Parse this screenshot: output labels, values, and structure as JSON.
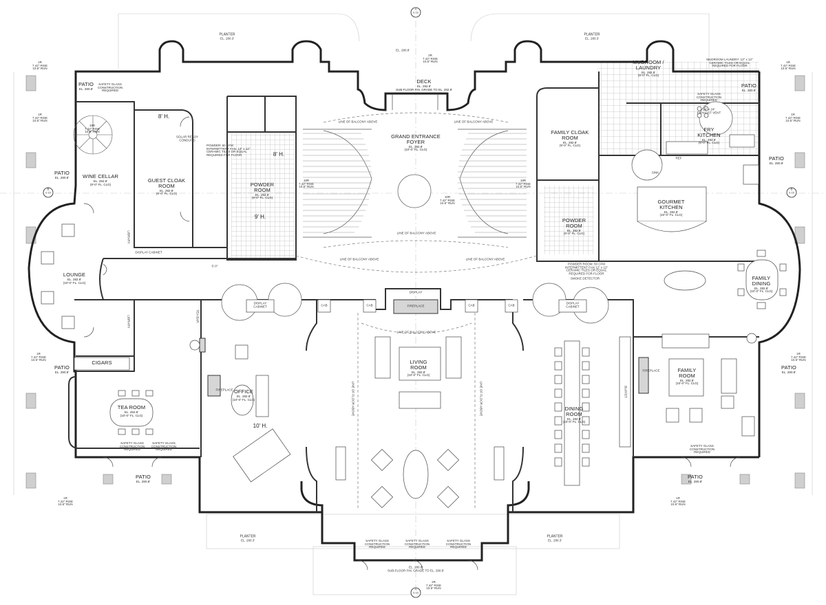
{
  "rooms": {
    "patio_nw": {
      "name": "PATIO",
      "elev": "EL. 280.8'"
    },
    "patio_w": {
      "name": "PATIO",
      "elev": "EL. 280.8'"
    },
    "patio_sw": {
      "name": "PATIO",
      "elev": "EL. 280.8'"
    },
    "patio_se": {
      "name": "PATIO",
      "elev": "EL. 280.8'"
    },
    "patio_e": {
      "name": "PATIO",
      "elev": "EL. 280.8'"
    },
    "patio_ne": {
      "name": "PATIO",
      "elev": "EL. 280.8'"
    },
    "wine_cellar": {
      "name": "WINE CELLAR",
      "elev": "EL. 282.8'",
      "sub": "(9'-0\" FL. CLG)"
    },
    "guest_cloak": {
      "name": "GUEST CLOAK ROOM",
      "elev": "EL. 282.8'",
      "sub": "(9'-0\" FL. CLG)"
    },
    "powder_w": {
      "name": "POWDER ROOM",
      "elev": "EL. 282.8'",
      "sub": "(9'-0\" FL. CLG)"
    },
    "deck": {
      "name": "DECK",
      "elev": "EL. 282.8'",
      "sub": "SUB-FLOOR FIN. GRADE TO EL. 282.8'"
    },
    "foyer": {
      "name": "GRAND ENTRANCE FOYER",
      "elev": "EL. 282.8'",
      "sub": "(10'-0\" FL. CLG)"
    },
    "family_cloak": {
      "name": "FAMILY CLOAK ROOM",
      "elev": "EL. 282.8'",
      "sub": "(9'-0\" FL. CLG)"
    },
    "powder_e": {
      "name": "POWDER ROOM",
      "elev": "EL. 282.8'",
      "sub": "(9'-0\" FL. CLG)"
    },
    "mudroom": {
      "name": "MUDROOM / LAUNDRY",
      "elev": "EL. 282.8'",
      "sub": "(9'-0\" FL. CLG)"
    },
    "fry_kitchen": {
      "name": "FRY KITCHEN",
      "elev": "EL. 282.8'",
      "sub": "(9'-0\" FL. CLG)"
    },
    "gourmet_kitchen": {
      "name": "GOURMET KITCHEN",
      "elev": "EL. 282.8'",
      "sub": "(10'-0\" FL. CLG)"
    },
    "lounge": {
      "name": "LOUNGE",
      "elev": "EL. 282.8'",
      "sub": "(10'-0\" FL. CLG)"
    },
    "cigars": {
      "name": "CIGARS"
    },
    "tea_room": {
      "name": "TEA ROOM",
      "elev": "EL. 282.8'",
      "sub": "(10'-0\" FL. CLG)"
    },
    "office": {
      "name": "OFFICE",
      "elev": "EL. 282.8'",
      "sub": "(10'-0\" FL. CLG)"
    },
    "living_room": {
      "name": "LIVING ROOM",
      "elev": "EL. 282.8'",
      "sub": "(10'-0\" FL. CLG)"
    },
    "dining_room": {
      "name": "DINING ROOM",
      "elev": "EL. 282.8'",
      "sub": "(10'-0\" FL. CLG)"
    },
    "family_room": {
      "name": "FAMILY ROOM",
      "elev": "EL. 282.8'",
      "sub": "(10'-0\" FL. CLG)"
    },
    "family_dining": {
      "name": "FAMILY DINING",
      "elev": "EL. 282.8'",
      "sub": "(10'-0\" FL. CLG)"
    }
  },
  "ceilings": {
    "c1": "8' H.",
    "c2": "8' H.",
    "c3": "9' H.",
    "c4": "10' H."
  },
  "notes": {
    "balcony": "LINE OF BALCONY ABOVE",
    "floor": "LINE OF FLOOR ABOVE",
    "safety": "SAFETY GLASS CONSTRUCTION REQUIRED",
    "planter": "PLANTER",
    "planter_el": "EL. 280.3'",
    "rise": "7.42\" RISE",
    "run": "10.5\" RUN",
    "risers_1r": "1R",
    "risers_2r": "2R",
    "risers_18r": "18R",
    "risers_10r": "10R",
    "solar": "SOLAR READY CONDUITS",
    "powder_note_w": "POWDER: 50 CFM INTERMITTENT FAN. 12\" x 12\" CERAMIC TILES OR EQUAL REQUIRED FOR FLOOR.",
    "powder_note_e": "POWDER ROOM: 50 CFM INTERMITTENT FAN 12\" x 12\" CERAMIC TILES OR EQUAL REQUIRED FOR FLOOR",
    "mudroom_note": "MUDROOM LAUNDRY: 12\" x 12\" CERAMIC TILES OR EQUAL REQUIRED FOR FLOOR",
    "fireplace": "FIREPLACE",
    "display": "DISPLAY",
    "display_cabinet": "DISPLAY CABINET",
    "cab": "CAB",
    "library": "LIBRARY",
    "tea_bar": "TEA BAR",
    "buffet": "BUFFET",
    "smoke": "SMOKE DETECTOR",
    "deck_el": "EL. 280.8'",
    "bottom_el": "EL. 280.8'",
    "bottom_sub": "SUB-FLOOR FIN. GRADE TO EL. 280.8'",
    "dim1": "5'-0\"",
    "exhaust": "24\" x 24\" EXHAUST VENT",
    "ref": "REF",
    "sink": "SINK"
  },
  "markers": {
    "north": "A",
    "north_sheet": "0.15",
    "west": "B",
    "west_sheet": "0.15",
    "east": "B",
    "east_sheet": "0.15",
    "south": "A",
    "south_sheet": "0.15"
  }
}
